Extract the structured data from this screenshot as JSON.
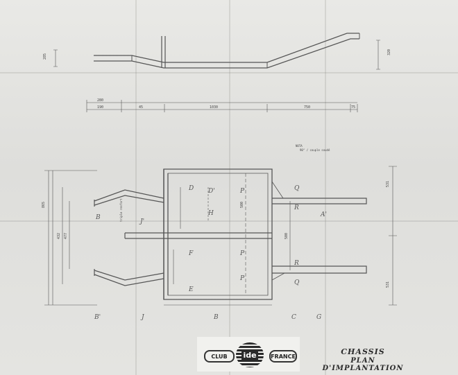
{
  "drawing": {
    "title": "CHASSIS",
    "subtitle": "PLAN D'IMPLANTATION",
    "logo": {
      "left_word": "CLUB",
      "center_word": "ide",
      "right_word": "FRANCE"
    },
    "note": {
      "label": "NOTA",
      "text": "90° / couple soudé"
    },
    "dimensions": {
      "side_height": "285",
      "side_rear_height": "320",
      "top_a": "280",
      "top_b": "190",
      "top_c": "45",
      "top_d": "1030",
      "top_e": "750",
      "top_f": "75",
      "left_a": "865",
      "left_b": "432",
      "left_c": "477",
      "right_a": "531",
      "right_b": "531",
      "center_a": "500",
      "center_b": "500"
    },
    "part_labels": {
      "B": "B",
      "J1": "J'",
      "D_top": "D",
      "D_prime": "D'",
      "H": "H",
      "P_top": "P",
      "P_mid": "P",
      "P_low": "P",
      "Q_top": "Q",
      "Q_low": "Q",
      "R_top": "R",
      "R_low": "R",
      "A": "A'",
      "F": "F",
      "E": "E",
      "B_prime": "B'",
      "J": "J",
      "G": "G",
      "C": "C",
      "BB": "B"
    },
    "side_note": "triple renfort"
  }
}
